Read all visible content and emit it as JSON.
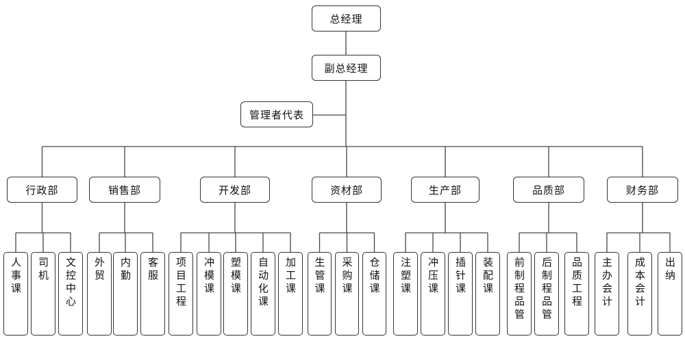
{
  "org": {
    "top": "总经理",
    "deputy": "副总经理",
    "mgmt_rep": "管理者代表",
    "departments": [
      {
        "name": "行政部",
        "units": [
          "人事课",
          "司机",
          "文控中心"
        ]
      },
      {
        "name": "销售部",
        "units": [
          "外贸",
          "内勤",
          "客服"
        ]
      },
      {
        "name": "开发部",
        "units": [
          "项目工程",
          "冲模课",
          "塑模课",
          "自动化课",
          "加工课"
        ]
      },
      {
        "name": "资材部",
        "units": [
          "生管课",
          "采购课",
          "仓储课"
        ]
      },
      {
        "name": "生产部",
        "units": [
          "注塑课",
          "冲压课",
          "插针课",
          "装配课"
        ]
      },
      {
        "name": "品质部",
        "units": [
          "前制程品管",
          "后制程品管",
          "品质工程"
        ]
      },
      {
        "name": "财务部",
        "units": [
          "主办会计",
          "成本会计",
          "出纳"
        ]
      }
    ]
  }
}
